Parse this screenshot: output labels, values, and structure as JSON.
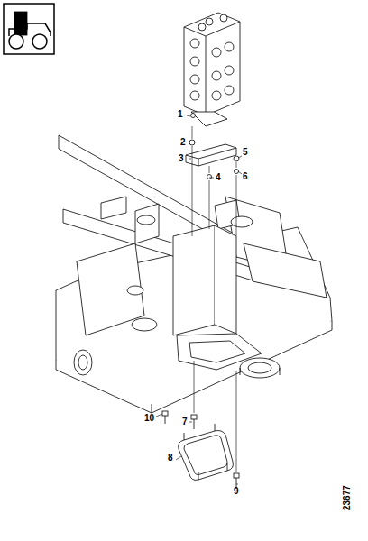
{
  "diagram": {
    "labels": [
      "1",
      "2",
      "3",
      "4",
      "5",
      "6",
      "10",
      "7",
      "8",
      "9",
      "23677"
    ]
  }
}
